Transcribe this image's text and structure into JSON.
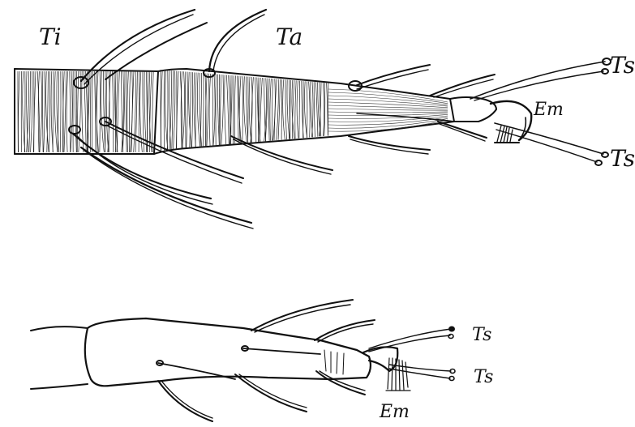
{
  "figure": {
    "upper_panel": {
      "labels": {
        "tibia": "Ti",
        "tarsus": "Ta",
        "tenent_setae_top": "Ts",
        "empodium": "Em",
        "tenent_setae_bottom": "Ts"
      }
    },
    "lower_panel": {
      "labels": {
        "tenent_setae_top": "Ts",
        "tenent_setae_bottom": "Ts",
        "empodium": "Em"
      }
    }
  }
}
